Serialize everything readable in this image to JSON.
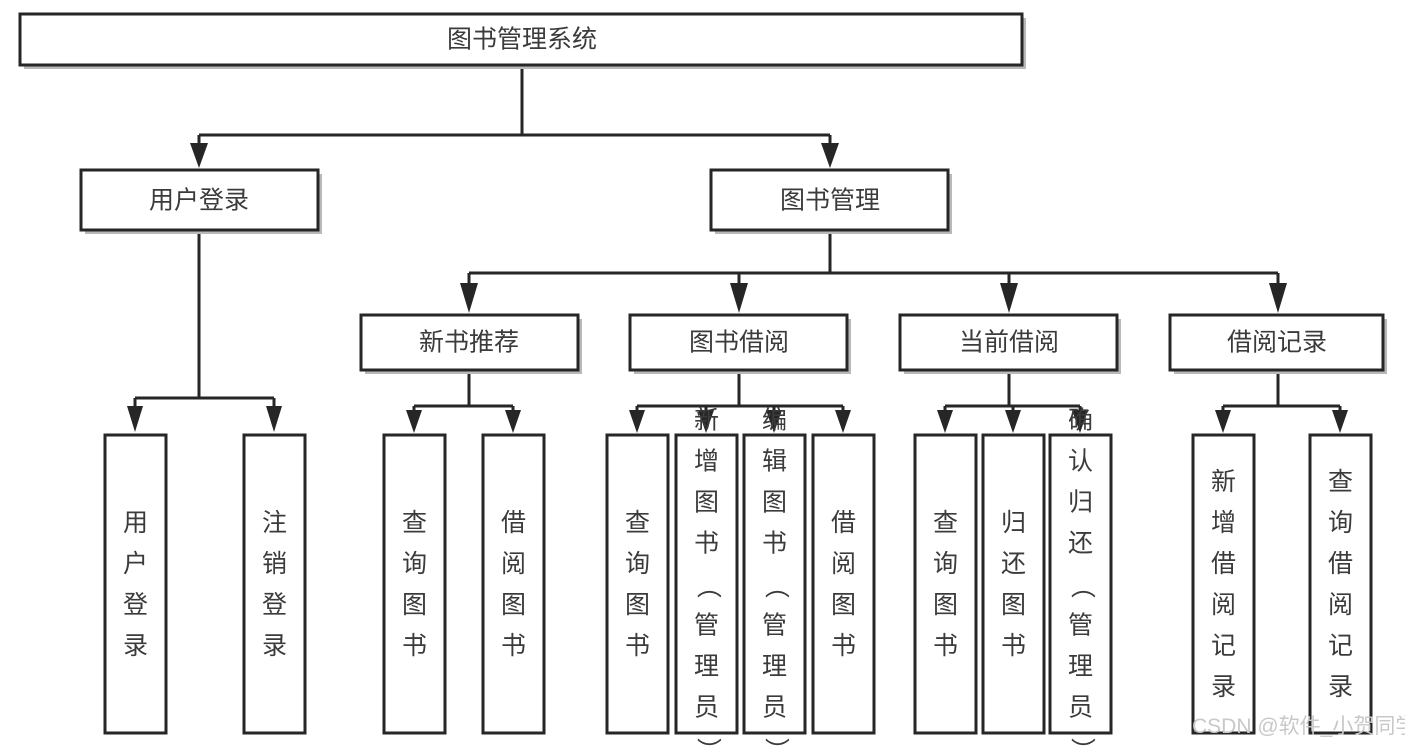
{
  "diagram": {
    "type": "tree",
    "title": "图书管理系统",
    "orientation": "top-down",
    "background_color": "#ffffff",
    "box_stroke_color": "#262626",
    "box_fill_color": "#ffffff",
    "text_color": "#3b3b3b",
    "connector_color": "#262626"
  },
  "nodes": {
    "root": {
      "label": "图书管理系统",
      "level": 0,
      "orientation": "horizontal"
    },
    "level1": [
      {
        "id": "user-login",
        "label": "用户登录",
        "orientation": "horizontal"
      },
      {
        "id": "book-management",
        "label": "图书管理",
        "orientation": "horizontal"
      }
    ],
    "level2": [
      {
        "id": "new-book-recommend",
        "label": "新书推荐",
        "orientation": "horizontal",
        "parent": "book-management"
      },
      {
        "id": "book-borrow",
        "label": "图书借阅",
        "orientation": "horizontal",
        "parent": "book-management"
      },
      {
        "id": "current-borrow",
        "label": "当前借阅",
        "orientation": "horizontal",
        "parent": "book-management"
      },
      {
        "id": "borrow-record",
        "label": "借阅记录",
        "orientation": "horizontal",
        "parent": "book-management"
      }
    ],
    "leaves": [
      {
        "id": "leaf-user-login",
        "label": "用户登录",
        "orientation": "vertical",
        "parent": "user-login"
      },
      {
        "id": "leaf-user-logout",
        "label": "注销登录",
        "orientation": "vertical",
        "parent": "user-login"
      },
      {
        "id": "leaf-query-book-1",
        "label": "查询图书",
        "orientation": "vertical",
        "parent": "new-book-recommend"
      },
      {
        "id": "leaf-borrow-book-1",
        "label": "借阅图书",
        "orientation": "vertical",
        "parent": "new-book-recommend"
      },
      {
        "id": "leaf-query-book-2",
        "label": "查询图书",
        "orientation": "vertical",
        "parent": "book-borrow"
      },
      {
        "id": "leaf-add-book",
        "label": "新增图书（管理员）",
        "orientation": "vertical",
        "parent": "book-borrow"
      },
      {
        "id": "leaf-edit-book",
        "label": "编辑图书（管理员）",
        "orientation": "vertical",
        "parent": "book-borrow"
      },
      {
        "id": "leaf-borrow-book-2",
        "label": "借阅图书",
        "orientation": "vertical",
        "parent": "book-borrow"
      },
      {
        "id": "leaf-query-book-3",
        "label": "查询图书",
        "orientation": "vertical",
        "parent": "current-borrow"
      },
      {
        "id": "leaf-return-book",
        "label": "归还图书",
        "orientation": "vertical",
        "parent": "current-borrow"
      },
      {
        "id": "leaf-confirm-return",
        "label": "确认归还（管理员）",
        "orientation": "vertical",
        "parent": "current-borrow"
      },
      {
        "id": "leaf-add-record",
        "label": "新增借阅记录",
        "orientation": "vertical",
        "parent": "borrow-record"
      },
      {
        "id": "leaf-query-record",
        "label": "查询借阅记录",
        "orientation": "vertical",
        "parent": "borrow-record"
      }
    ]
  },
  "watermark": {
    "text": "CSDN @软件_小贺同学",
    "color": "#c8c8c8"
  }
}
